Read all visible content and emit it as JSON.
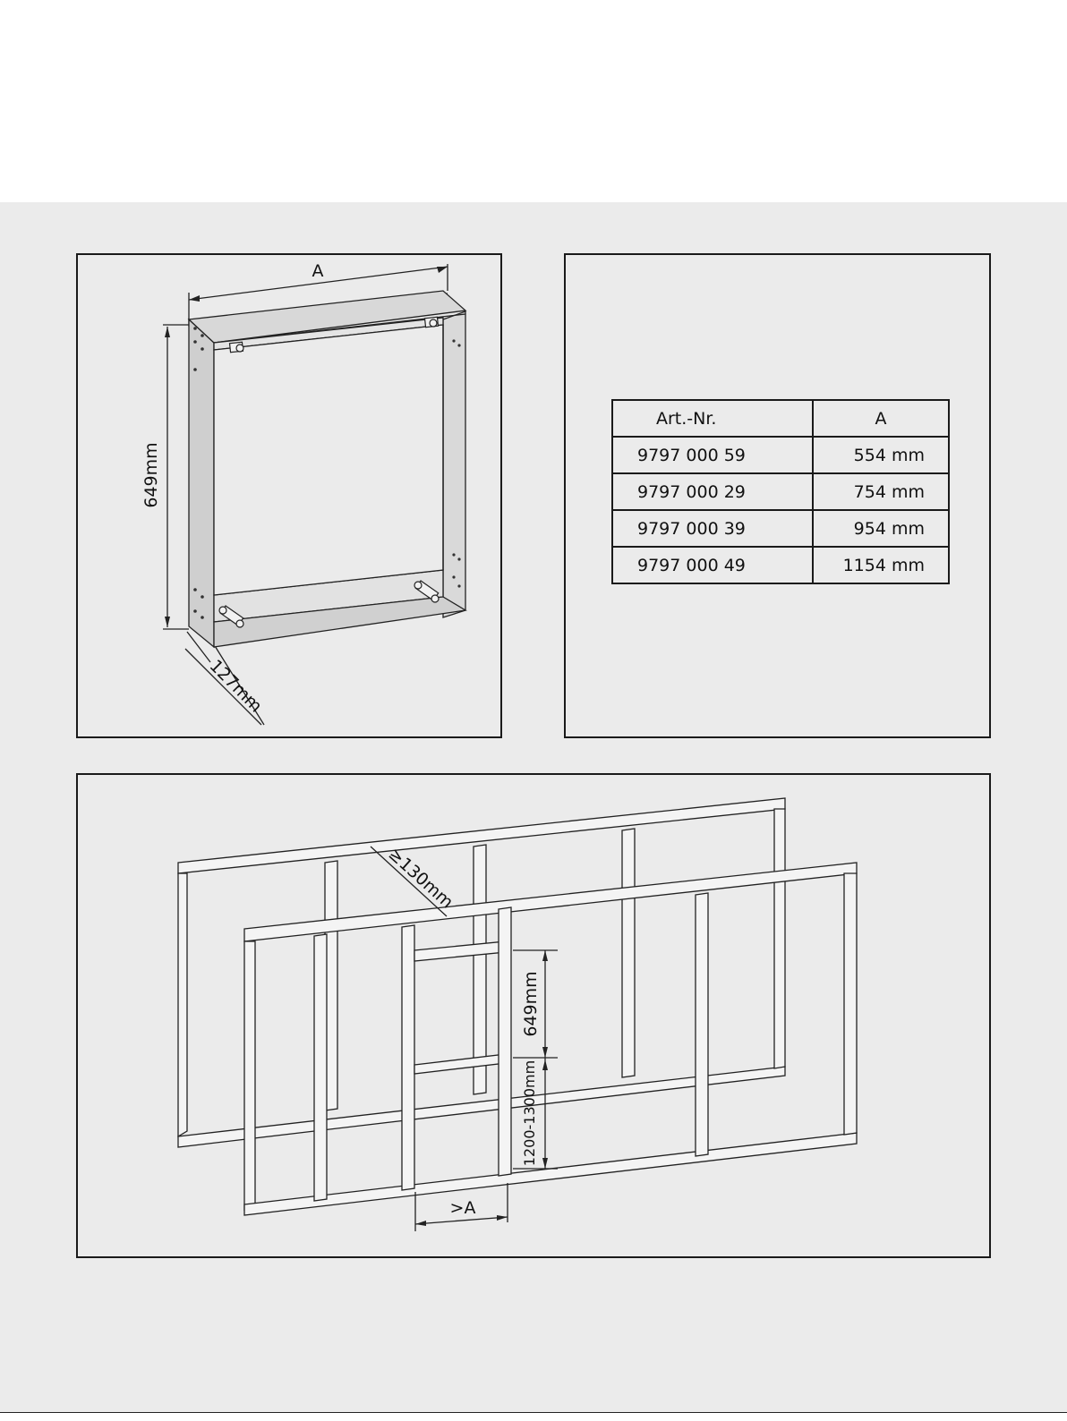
{
  "frame_panel": {
    "width_label": "A",
    "height_label": "649mm",
    "depth_label": "127mm"
  },
  "table_panel": {
    "headers": [
      "Art.-Nr.",
      "A"
    ],
    "rows": [
      {
        "art_nr": "9797 000 59",
        "a": "554 mm"
      },
      {
        "art_nr": "9797 000 29",
        "a": "754 mm"
      },
      {
        "art_nr": "9797 000 39",
        "a": "954 mm"
      },
      {
        "art_nr": "9797 000 49",
        "a": "1154 mm"
      }
    ]
  },
  "wall_panel": {
    "spacing_label": "≥130mm",
    "height_label": "649mm",
    "mount_height_label": "1200-1300mm",
    "width_label": ">A"
  }
}
